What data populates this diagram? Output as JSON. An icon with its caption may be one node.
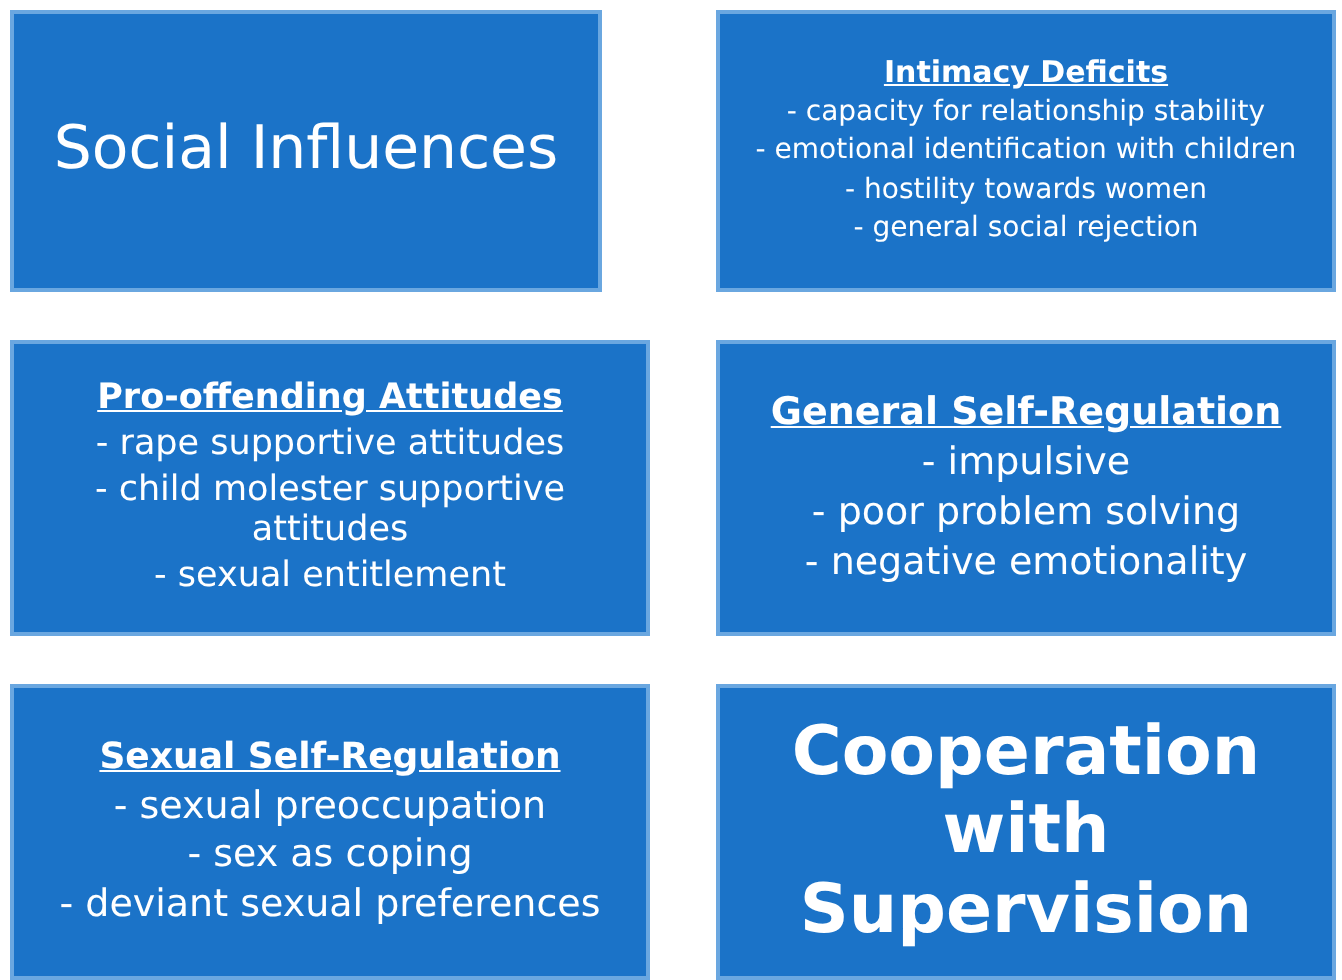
{
  "diagram": {
    "nodes": [
      {
        "text": [
          "Social Influences"
        ]
      },
      {
        "text": [
          "Intimacy Deficits",
          "- capacity for relationship stability",
          "- emotional identification with children",
          "- hostility towards women",
          "- general social rejection"
        ]
      },
      {
        "text": [
          "Pro-offending Attitudes",
          "- rape supportive attitudes",
          "- child molester supportive attitudes",
          "- sexual entitlement"
        ]
      },
      {
        "text": [
          "General Self-Regulation",
          "- impulsive",
          "- poor problem solving",
          "- negative emotionality"
        ]
      },
      {
        "text": [
          "Sexual Self-Regulation",
          "- sexual preoccupation",
          "- sex as coping",
          "- deviant sexual preferences"
        ]
      },
      {
        "text": [
          "Cooperation with Supervision"
        ]
      }
    ]
  }
}
